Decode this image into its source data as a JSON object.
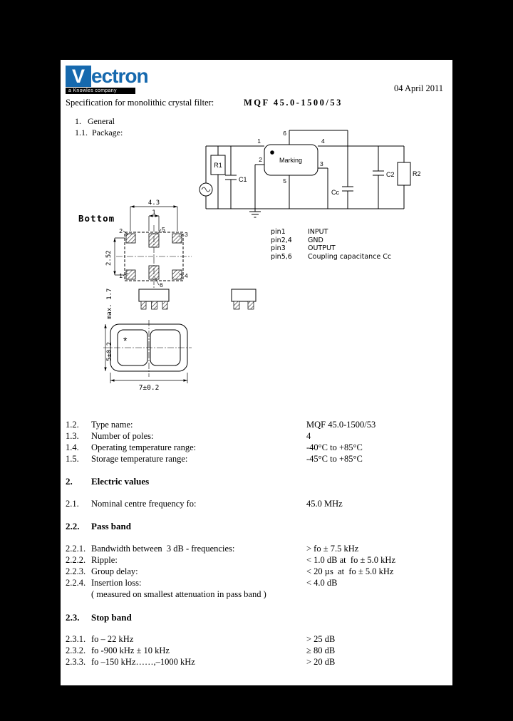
{
  "page": {
    "date": "04 April 2011",
    "spec_line": "Specification for monolithic crystal filter:",
    "part_number": "MQF 45.0-1500/53"
  },
  "logo": {
    "v": "V",
    "rest": "ectron",
    "tagline": "a Knowles company"
  },
  "general": {
    "s1": "1.   General",
    "s11": "1.1.  Package:"
  },
  "schematic": {
    "marking": "Marking",
    "r1": "R1",
    "c1": "C1",
    "cc": "Cc",
    "c2": "C2",
    "r2": "R2",
    "pin1": "1",
    "pin2": "2",
    "pin3": "3",
    "pin4": "4",
    "pin5": "5",
    "pin6": "6"
  },
  "package_views": {
    "bottom_label": "Bottom",
    "dim_top": "4.3",
    "dim_top2": "1",
    "dim_left": "2.52",
    "dim_height": "max. 1.7",
    "dim_side": "5±0.2",
    "dim_width": "7±0.2",
    "star": "*",
    "bv_pins": {
      "p1": "1",
      "p2": "2",
      "p3": "3",
      "p4": "4",
      "p5": "5",
      "p6": "6"
    }
  },
  "pin_table": {
    "rows": [
      {
        "pin": "pin1",
        "desc": "INPUT"
      },
      {
        "pin": "pin2,4",
        "desc": "GND"
      },
      {
        "pin": "pin3",
        "desc": "OUTPUT"
      },
      {
        "pin": "pin5,6",
        "desc": "Coupling capacitance Cc"
      }
    ]
  },
  "specs": {
    "rows": [
      {
        "num": "1.2.",
        "label": "Type name:",
        "value": "MQF 45.0-1500/53"
      },
      {
        "num": "1.3.",
        "label": "Number of poles:",
        "value": "4"
      },
      {
        "num": "1.4.",
        "label": "Operating temperature range:",
        "value": "-40°C to +85°C"
      },
      {
        "num": "1.5.",
        "label": "Storage temperature range:",
        "value": "-45°C to +85°C"
      }
    ]
  },
  "electric": {
    "num": "2.",
    "title": "Electric values",
    "nominal": {
      "num": "2.1.",
      "label": "Nominal centre frequency fo:",
      "value": "45.0 MHz"
    },
    "passband": {
      "num": "2.2.",
      "title": "Pass band",
      "rows": [
        {
          "num": "2.2.1.",
          "label": "Bandwidth between  3 dB - frequencies:",
          "value": "> fo ± 7.5 kHz"
        },
        {
          "num": "2.2.2.",
          "label": "Ripple:",
          "value": "< 1.0 dB at  fo ± 5.0 kHz"
        },
        {
          "num": "2.2.3.",
          "label": "Group delay:",
          "value": "< 20 µs  at  fo ± 5.0 kHz"
        },
        {
          "num": "2.2.4.",
          "label": "Insertion loss:",
          "value": "< 4.0 dB"
        }
      ],
      "note": "( measured on smallest attenuation in pass band )"
    },
    "stopband": {
      "num": "2.3.",
      "title": "Stop band",
      "rows": [
        {
          "num": "2.3.1.",
          "label": "fo – 22 kHz",
          "value": "> 25 dB"
        },
        {
          "num": "2.3.2.",
          "label": "fo -900 kHz ± 10 kHz",
          "value": "≥ 80 dB"
        },
        {
          "num": "2.3.3.",
          "label": "fo –150 kHz……,–1000 kHz",
          "value": "> 20 dB"
        }
      ]
    }
  }
}
